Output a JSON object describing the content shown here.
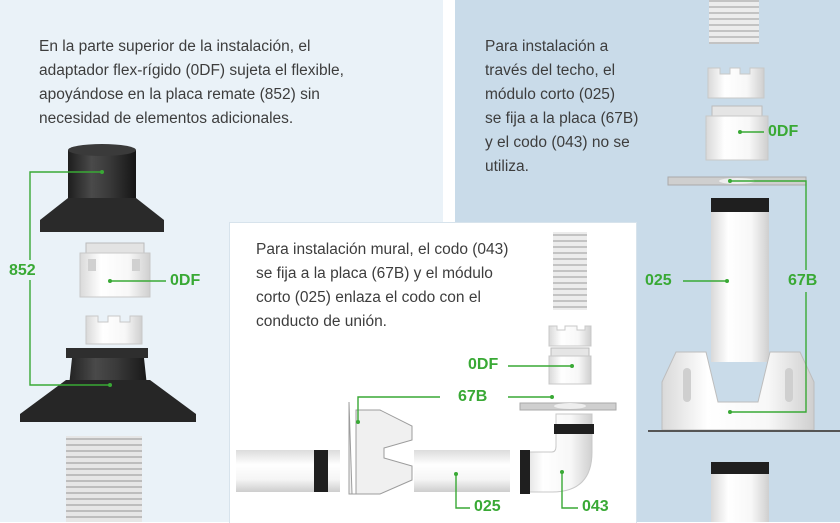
{
  "colors": {
    "accent_green": "#39a935",
    "text_dark": "#3d3d3d",
    "panel_left_bg": "#eaf2f8",
    "panel_right_bg": "#c9dbe9",
    "panel_center_bg": "#ffffff"
  },
  "left_panel": {
    "lines": [
      "En la parte superior de la instalación, el",
      "adaptador flex-rígido (0DF) sujeta el flexible,",
      "apoyándose en la placa remate (852) sin",
      "necesidad de elementos adicionales."
    ],
    "labels": {
      "plate": "852",
      "adapter": "0DF"
    }
  },
  "right_panel": {
    "lines": [
      "Para instalación a",
      "través del techo, el",
      "módulo corto (025)",
      "se fija a la placa (67B)",
      "y el codo (043) no se",
      "utiliza."
    ],
    "labels": {
      "adapter": "0DF",
      "module": "025",
      "plate": "67B"
    }
  },
  "center_panel": {
    "lines": [
      "Para instalación mural, el codo (043)",
      "se fija a la placa (67B) y el módulo",
      "corto (025) enlaza el codo con el",
      "conducto de unión."
    ],
    "labels": {
      "adapter": "0DF",
      "plate": "67B",
      "module": "025",
      "elbow": "043"
    }
  }
}
